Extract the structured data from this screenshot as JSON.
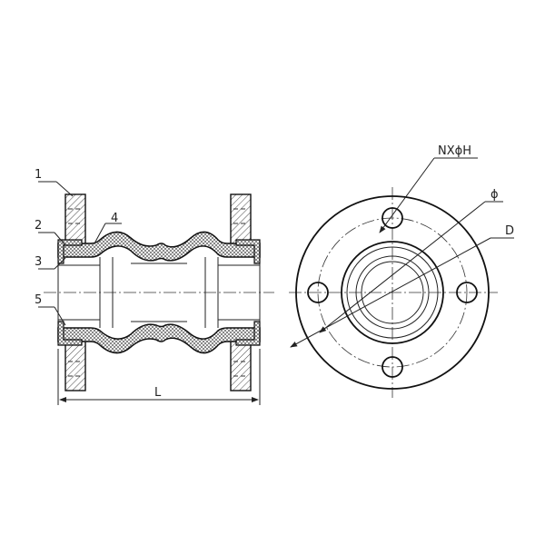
{
  "drawing": {
    "side_view": {
      "callouts": [
        "1",
        "2",
        "3",
        "4",
        "5"
      ],
      "length_label": "L"
    },
    "end_view": {
      "bolt_hole_label": "NXϕH",
      "inner_diameter_label": "ϕ",
      "outer_diameter_label": "D"
    }
  }
}
